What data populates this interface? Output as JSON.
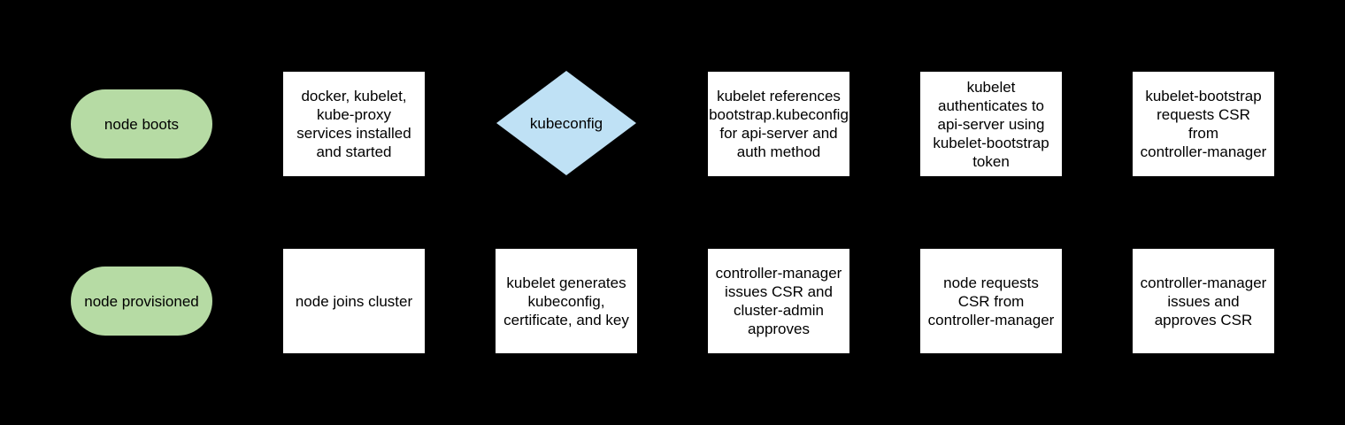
{
  "colors": {
    "background": "#000000",
    "terminator_fill": "#b6dba4",
    "process_fill": "#ffffff",
    "decision_fill": "#bfe1f5",
    "text": "#000000"
  },
  "rows": [
    {
      "nodes": [
        {
          "shape": "terminator",
          "label": "node boots"
        },
        {
          "shape": "process",
          "label": "docker, kubelet,\nkube-proxy\nservices installed\nand started"
        },
        {
          "shape": "decision",
          "label": "kubeconfig"
        },
        {
          "shape": "process",
          "label": "kubelet references\nbootstrap.kubeconfig\nfor api-server and\nauth method"
        },
        {
          "shape": "process",
          "label": "kubelet\nauthenticates to\napi-server using\nkubelet-bootstrap\ntoken"
        },
        {
          "shape": "process",
          "label": "kubelet-bootstrap\nrequests CSR\nfrom\ncontroller-manager"
        }
      ]
    },
    {
      "nodes": [
        {
          "shape": "terminator",
          "label": "node provisioned"
        },
        {
          "shape": "process",
          "label": "node joins cluster"
        },
        {
          "shape": "process",
          "label": "kubelet generates\nkubeconfig,\ncertificate, and key"
        },
        {
          "shape": "process",
          "label": "controller-manager\nissues CSR and\ncluster-admin\napproves"
        },
        {
          "shape": "process",
          "label": "node requests\nCSR from\ncontroller-manager"
        },
        {
          "shape": "process",
          "label": "controller-manager\nissues and\napproves CSR"
        }
      ]
    }
  ]
}
